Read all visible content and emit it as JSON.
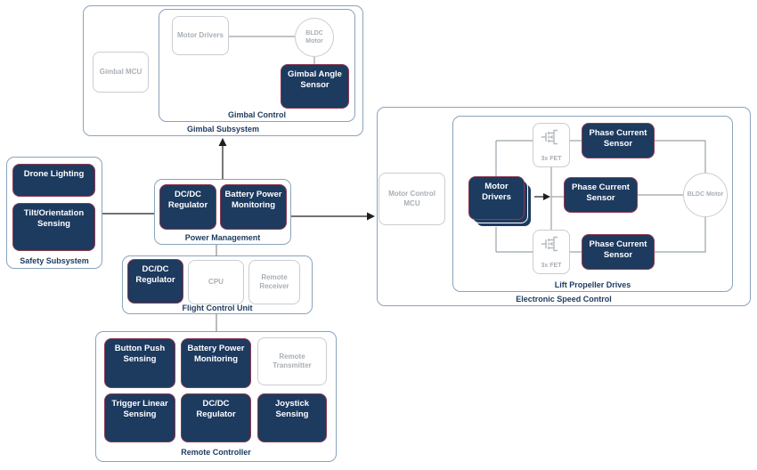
{
  "colors": {
    "navy": "#1d3a5f",
    "maroon": "#8d3b52",
    "container_border": "#8aa3bd",
    "inactive_border": "#c9cdd1",
    "inactive_text": "#a9afb5",
    "wire_gray": "#9aa2a8",
    "wire_dark": "#1f1f1f",
    "connector_gray": "#8a9096",
    "label_navy": "#1d3a5f"
  },
  "gimbal_subsystem": {
    "label": "Gimbal Subsystem",
    "gimbal_mcu": "Gimbal MCU",
    "gimbal_control": {
      "label": "Gimbal Control",
      "motor_drivers": "Motor Drivers",
      "bldc_motor": "BLDC Motor",
      "gimbal_angle_sensor": "Gimbal Angle Sensor"
    }
  },
  "safety_subsystem": {
    "label": "Safety Subsystem",
    "drone_lighting": "Drone Lighting",
    "tilt_orientation_sensing": "Tilt/Orientation Sensing"
  },
  "power_management": {
    "label": "Power Management",
    "dcdc_regulator": "DC/DC Regulator",
    "battery_power_monitoring": "Battery Power Monitoring"
  },
  "flight_control_unit": {
    "label": "Flight Control Unit",
    "dcdc_regulator": "DC/DC Regulator",
    "cpu": "CPU",
    "remote_receiver": "Remote Receiver"
  },
  "remote_controller": {
    "label": "Remote Controller",
    "button_push_sensing": "Button Push Sensing",
    "battery_power_monitoring": "Battery Power Monitoring",
    "remote_transmitter": "Remote Transmitter",
    "trigger_linear_sensing": "Trigger Linear Sensing",
    "dcdc_regulator": "DC/DC Regulator",
    "joystick_sensing": "Joystick Sensing"
  },
  "electronic_speed_control": {
    "label": "Electronic Speed Control",
    "motor_control_mcu": "Motor Control MCU",
    "lift_propeller_drives": {
      "label": "Lift Propeller Drives",
      "motor_drivers": "Motor Drivers",
      "fet_top": "3x FET",
      "fet_bottom": "3x FET",
      "phase_current_sensor_top": "Phase Current Sensor",
      "phase_current_sensor_middle": "Phase Current Sensor",
      "phase_current_sensor_bottom": "Phase Current Sensor",
      "bldc_motor": "BLDC Motor"
    }
  },
  "icons": {
    "fet": "mosfet-icon"
  }
}
